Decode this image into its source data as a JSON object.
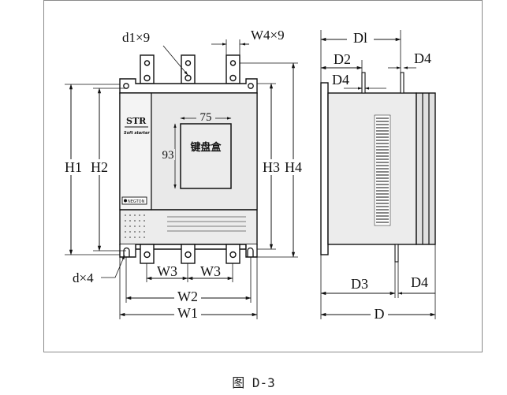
{
  "caption": "图 D-3",
  "front_view": {
    "brand": "STR",
    "tagline": "Soft starter",
    "logo_text": "NEGTON",
    "keypad_label": "键盘盒",
    "keypad_width": "75",
    "keypad_height": "93",
    "labels": {
      "d1x9": "d1×9",
      "w4x9": "W4×9",
      "dx4": "d×4",
      "h1": "H1",
      "h2": "H2",
      "h3": "H3",
      "h4": "H4",
      "w3_left": "W3",
      "w3_right": "W3",
      "w2": "W2",
      "w1": "W1"
    }
  },
  "side_view": {
    "labels": {
      "d1": "Dl",
      "d2": "D2",
      "d4_top": "D4",
      "d4_mid": "D4",
      "d3": "D3",
      "d4_bottom": "D4",
      "d": "D"
    }
  }
}
